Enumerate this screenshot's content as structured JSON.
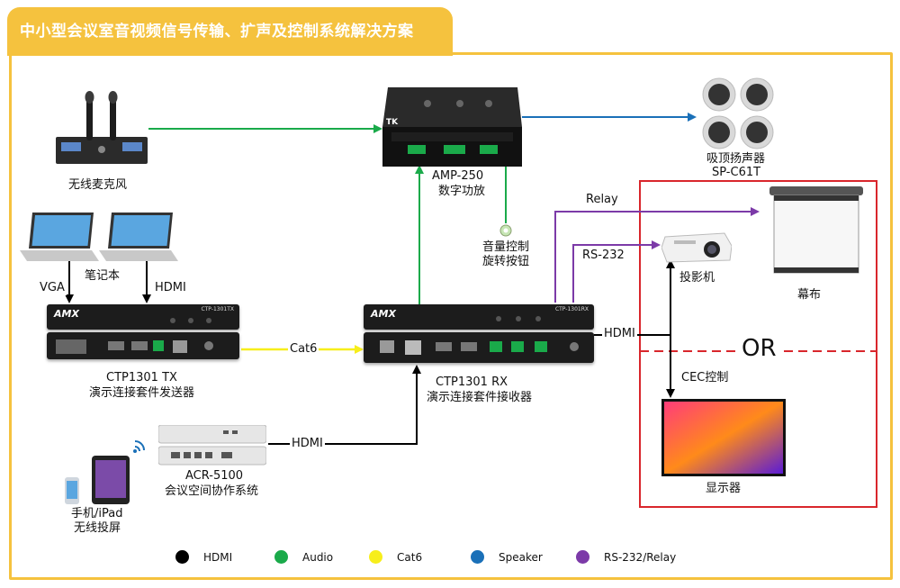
{
  "title": "中小型会议室音视频信号传输、扩声及控制系统解决方案",
  "devices": {
    "mic": {
      "label": "无线麦克风"
    },
    "amp": {
      "name": "AMP-250",
      "desc": "数字功放",
      "brand_logo": "TK"
    },
    "speakers": {
      "label": "吸顶扬声器",
      "model": "SP-C61T"
    },
    "knob": {
      "label1": "音量控制",
      "label2": "旋转按钮"
    },
    "laptop": {
      "label": "笔记本"
    },
    "tx": {
      "name": "CTP1301 TX",
      "desc": "演示连接套件发送器",
      "badge": "CTP-1301TX",
      "brand": "AMX"
    },
    "rx": {
      "name": "CTP1301 RX",
      "desc": "演示连接套件接收器",
      "badge": "CTP-1301RX",
      "brand": "AMX"
    },
    "projector": {
      "label": "投影机"
    },
    "screen": {
      "label": "幕布"
    },
    "display": {
      "label": "显示器"
    },
    "acr": {
      "name": "ACR-5100",
      "desc": "会议空间协作系统"
    },
    "phone": {
      "label1": "手机/iPad",
      "label2": "无线投屏"
    }
  },
  "wires": {
    "vga": "VGA",
    "hdmi_laptop": "HDMI",
    "cat6": "Cat6",
    "hdmi_acr": "HDMI",
    "relay": "Relay",
    "rs232": "RS-232",
    "hdmi_rx": "HDMI",
    "cec": "CEC控制",
    "or": "OR"
  },
  "colors": {
    "hdmi": "#000000",
    "audio": "#1aaa4a",
    "cat6": "#f7ee1b",
    "speaker": "#1a70b8",
    "rs232": "#7c3aa8",
    "frame": "#f5c23e",
    "option_box": "#d9262c"
  },
  "legend": [
    {
      "label": "HDMI",
      "color": "#000000"
    },
    {
      "label": "Audio",
      "color": "#1aaa4a"
    },
    {
      "label": "Cat6",
      "color": "#f7ee1b"
    },
    {
      "label": "Speaker",
      "color": "#1a70b8"
    },
    {
      "label": "RS-232/Relay",
      "color": "#7c3aa8"
    }
  ]
}
